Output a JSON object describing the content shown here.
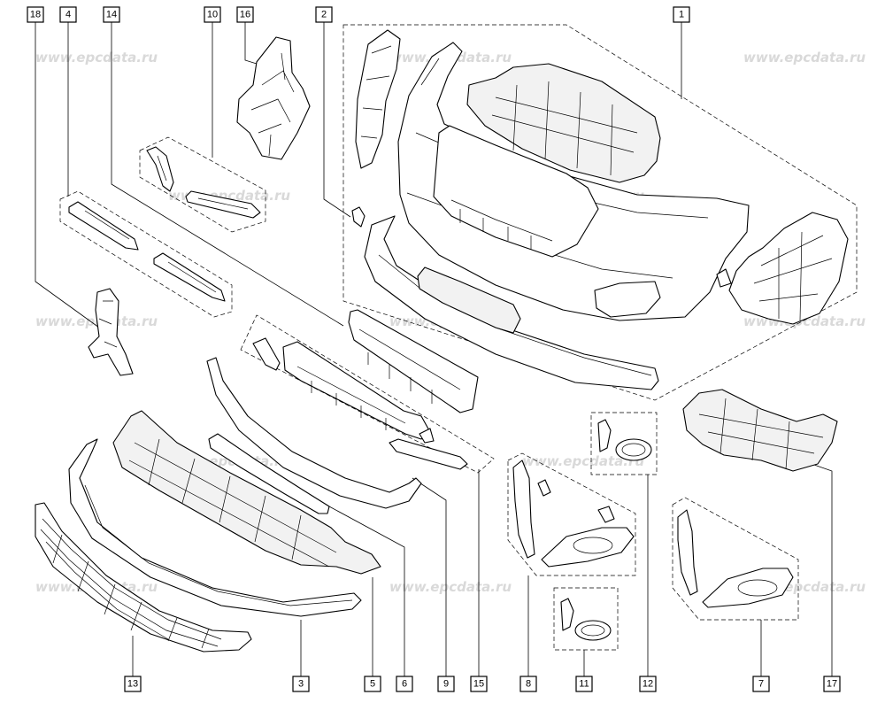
{
  "watermark": "www.epcdata.ru",
  "callouts": {
    "c1": "1",
    "c2": "2",
    "c3": "3",
    "c4": "4",
    "c5": "5",
    "c6": "6",
    "c7": "7",
    "c8": "8",
    "c9": "9",
    "c10": "10",
    "c11": "11",
    "c12": "12",
    "c13": "13",
    "c14": "14",
    "c15": "15",
    "c16": "16",
    "c17": "17",
    "c18": "18"
  }
}
